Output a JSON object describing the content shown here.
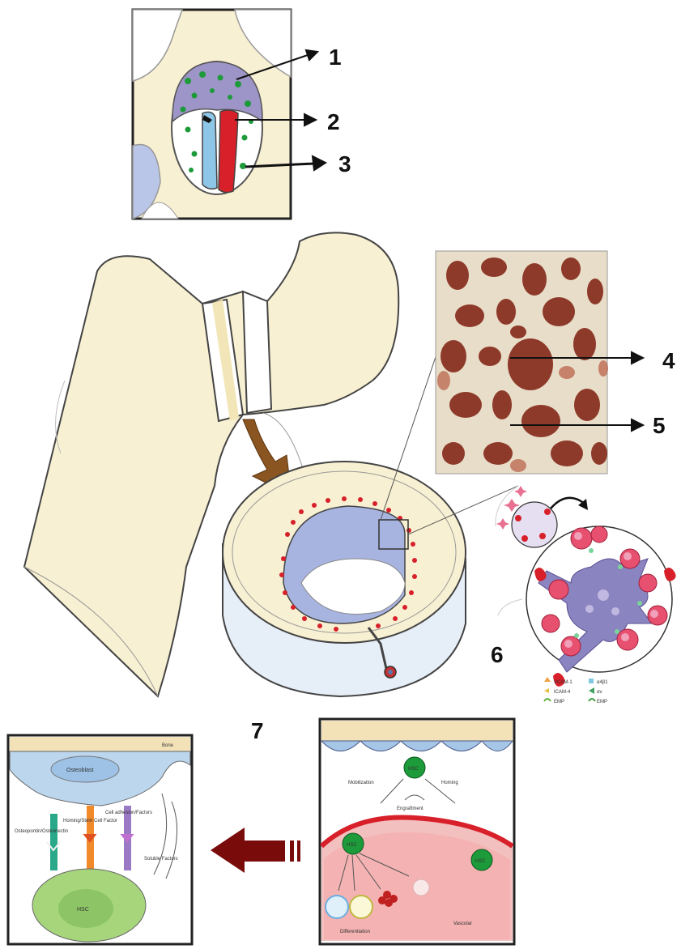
{
  "callouts": [
    "1",
    "2",
    "3",
    "4",
    "5",
    "6",
    "7"
  ],
  "legend": {
    "left": [
      "VCAM-1",
      "ICAM-4",
      "EMP"
    ],
    "right": [
      "α4β1",
      "αv",
      "EMP"
    ]
  },
  "panel_left": {
    "top": "Bone",
    "osteoblast": "Osteoblast",
    "signals": [
      "Osteopontin/Osteonectin",
      "Homing/Stem Cell Factor",
      "Cell adhesion/Factors"
    ],
    "side": "Soluble Factors",
    "cell": "HSC"
  },
  "panel_right": {
    "cell_top": "HSC",
    "mobilization": "Mobilization",
    "homing": "Homing",
    "engraftment": "Engraftment",
    "cell_left": "HSC",
    "cell_right": "HSC",
    "differentiation": "Differentiation",
    "vessel": "Vascular"
  },
  "colors": {
    "bone": "#f8f0d2",
    "vessel_blue": "#8ec6e8",
    "vessel_red": "#d8202a",
    "marrow_purple": "#9d95c7",
    "hsc_green": "#1d9a3a",
    "arrow_maroon": "#7a0b0b",
    "osteoblast_blue": "#bcd6ee",
    "cell_green": "#9fd17c"
  }
}
